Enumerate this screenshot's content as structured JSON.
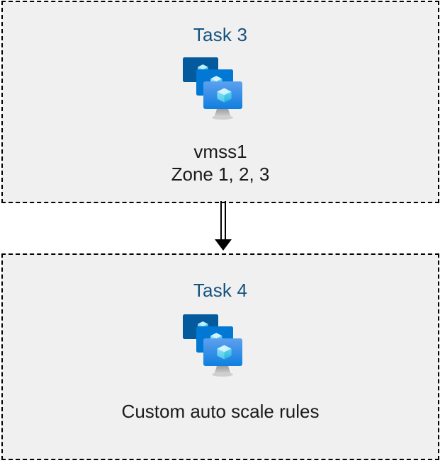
{
  "diagram": {
    "background_color": "#ffffff",
    "box_fill_color": "#f0f0f0",
    "box_border_color": "#000000",
    "title_color": "#15537f",
    "caption_color": "#1a1a1a",
    "boxes": [
      {
        "id": "task-3",
        "title": "Task 3",
        "icon": "azure-vm-scale-set-icon",
        "captions": [
          "vmss1",
          "Zone 1, 2, 3"
        ]
      },
      {
        "id": "task-4",
        "title": "Task 4",
        "icon": "azure-vm-scale-set-icon",
        "captions": [
          "Custom auto scale rules"
        ]
      }
    ],
    "connector": {
      "name": "down-arrow-connector",
      "style": "double-line",
      "direction": "down",
      "color": "#000000"
    }
  },
  "icon_colors": {
    "monitor_back": "#035A9D",
    "monitor_middle": "#0078D4",
    "monitor_front_top": "#5EA0EF",
    "monitor_front_bottom": "#0F7FDF",
    "cube_light": "#C3F1FF",
    "cube_mid": "#9CEBFF",
    "cube_dark": "#32BEDD",
    "stand": "#B3B3B3"
  }
}
